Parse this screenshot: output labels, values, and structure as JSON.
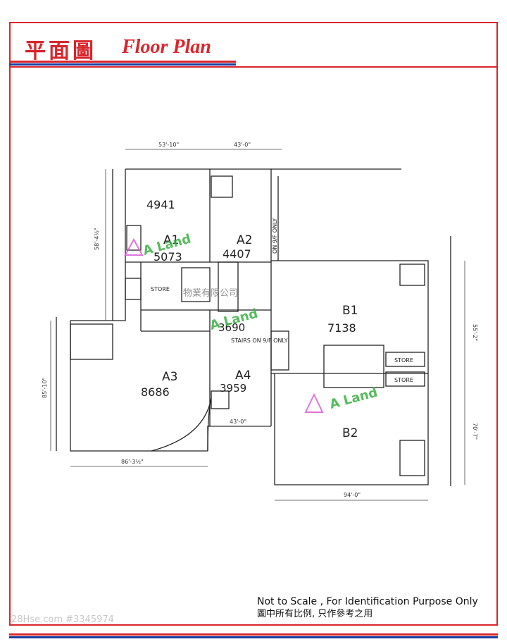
{
  "header": {
    "title_zh": "平面圖",
    "title_en": "Floor Plan"
  },
  "units": [
    {
      "id": "A1",
      "area": "5073"
    },
    {
      "id": "A2",
      "area": "4407"
    },
    {
      "id": "A3",
      "area": "8686"
    },
    {
      "id": "A4",
      "area": "3959"
    },
    {
      "id": "B1",
      "area": "7138"
    },
    {
      "id": "B2",
      "area": ""
    }
  ],
  "plan_labels": {
    "a1_sf": "4941",
    "a_store": "STORE",
    "b_store_1": "STORE",
    "b_store_2": "STORE",
    "lift_lobby_area": "3690",
    "stairs_note": "STAIRS ON 9/F ONLY",
    "void_note": "ON 9/F ONLY",
    "company_watermark": "物業有限公司",
    "brand_watermark": "A Land"
  },
  "dimensions": {
    "top_left": "53'-10\"",
    "top_right": "43'-0\"",
    "left_upper": "58'-4½\"",
    "left_lower": "85'-10\"",
    "bottom_left": "86'-3½\"",
    "mid_bottom": "43'-0\"",
    "bottom_right": "94'-0\"",
    "right_upper": "55'-2\"",
    "right_lower": "70'-7\""
  },
  "note": {
    "en": "Not to Scale , For Identification Purpose Only",
    "zh": "圖中所有比例, 只作參考之用"
  },
  "watermark": "28Hse.com #3345974",
  "colors": {
    "accent_red": "#d8262c",
    "accent_blue": "#1a3c9c",
    "watermark_green": "#3cb043",
    "watermark_magenta": "#d85fd8"
  }
}
